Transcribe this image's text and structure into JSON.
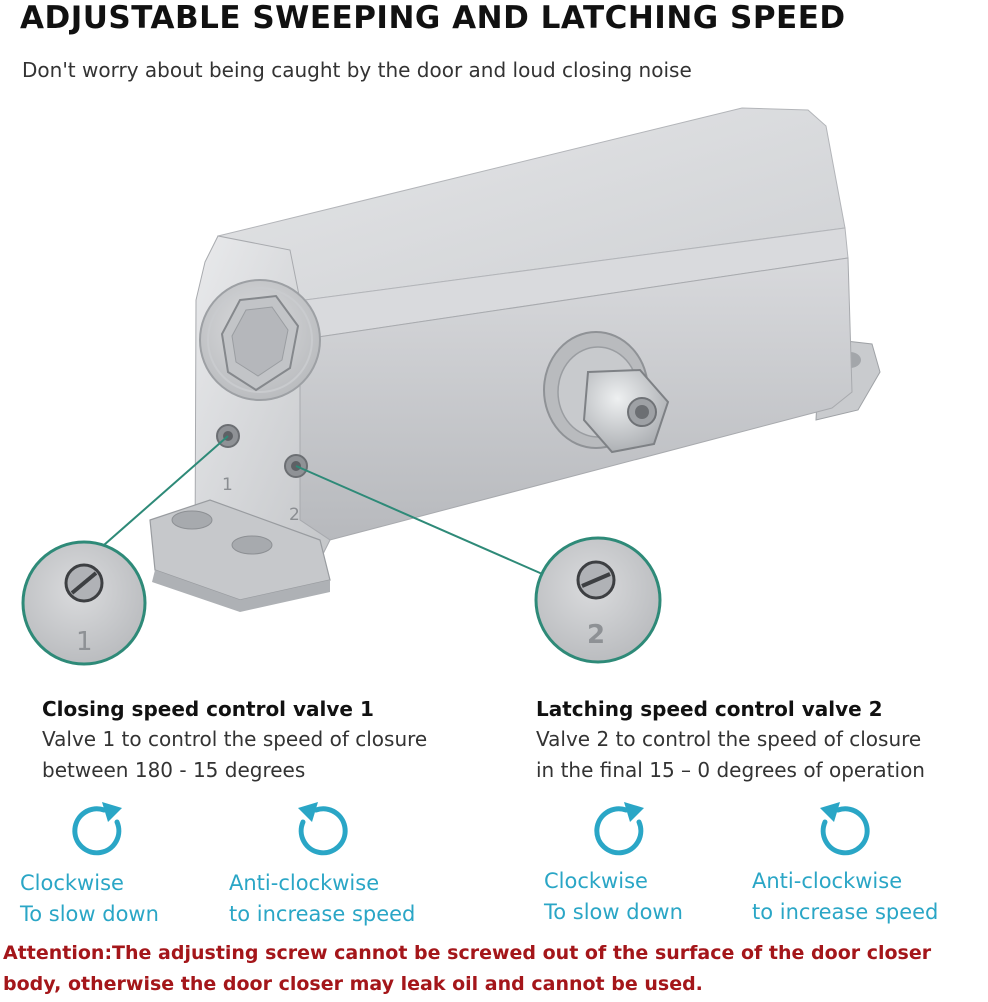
{
  "header": {
    "title": "ADJUSTABLE SWEEPING AND LATCHING SPEED",
    "subtitle": "Don't worry about being caught by the door and loud closing noise"
  },
  "product": {
    "valve_marks": [
      "1",
      "2"
    ],
    "callout_numbers": [
      "1",
      "2"
    ],
    "accent_color": "#2e8a78"
  },
  "valves": [
    {
      "title": "Closing speed control valve 1",
      "desc_line1": "Valve 1 to control the speed of closure",
      "desc_line2": "between 180 - 15 degrees"
    },
    {
      "title": "Latching speed control valve 2",
      "desc_line1": "Valve 2 to control the speed of closure",
      "desc_line2": "in the final 15 – 0 degrees of operation"
    }
  ],
  "rotations": [
    {
      "icon": "clockwise-arrow-icon",
      "line1": "Clockwise",
      "line2": "To slow down"
    },
    {
      "icon": "anticlockwise-arrow-icon",
      "line1": "Anti-clockwise",
      "line2": "to increase speed"
    },
    {
      "icon": "clockwise-arrow-icon",
      "line1": "Clockwise",
      "line2": "To slow down"
    },
    {
      "icon": "anticlockwise-arrow-icon",
      "line1": "Anti-clockwise",
      "line2": "to increase speed"
    }
  ],
  "attention": "Attention:The adjusting screw cannot be screwed out of the surface of the door closer body, otherwise the door closer may leak oil and cannot be used.",
  "colors": {
    "accent_teal": "#2aa6c6",
    "warning_red": "#a4161a"
  }
}
